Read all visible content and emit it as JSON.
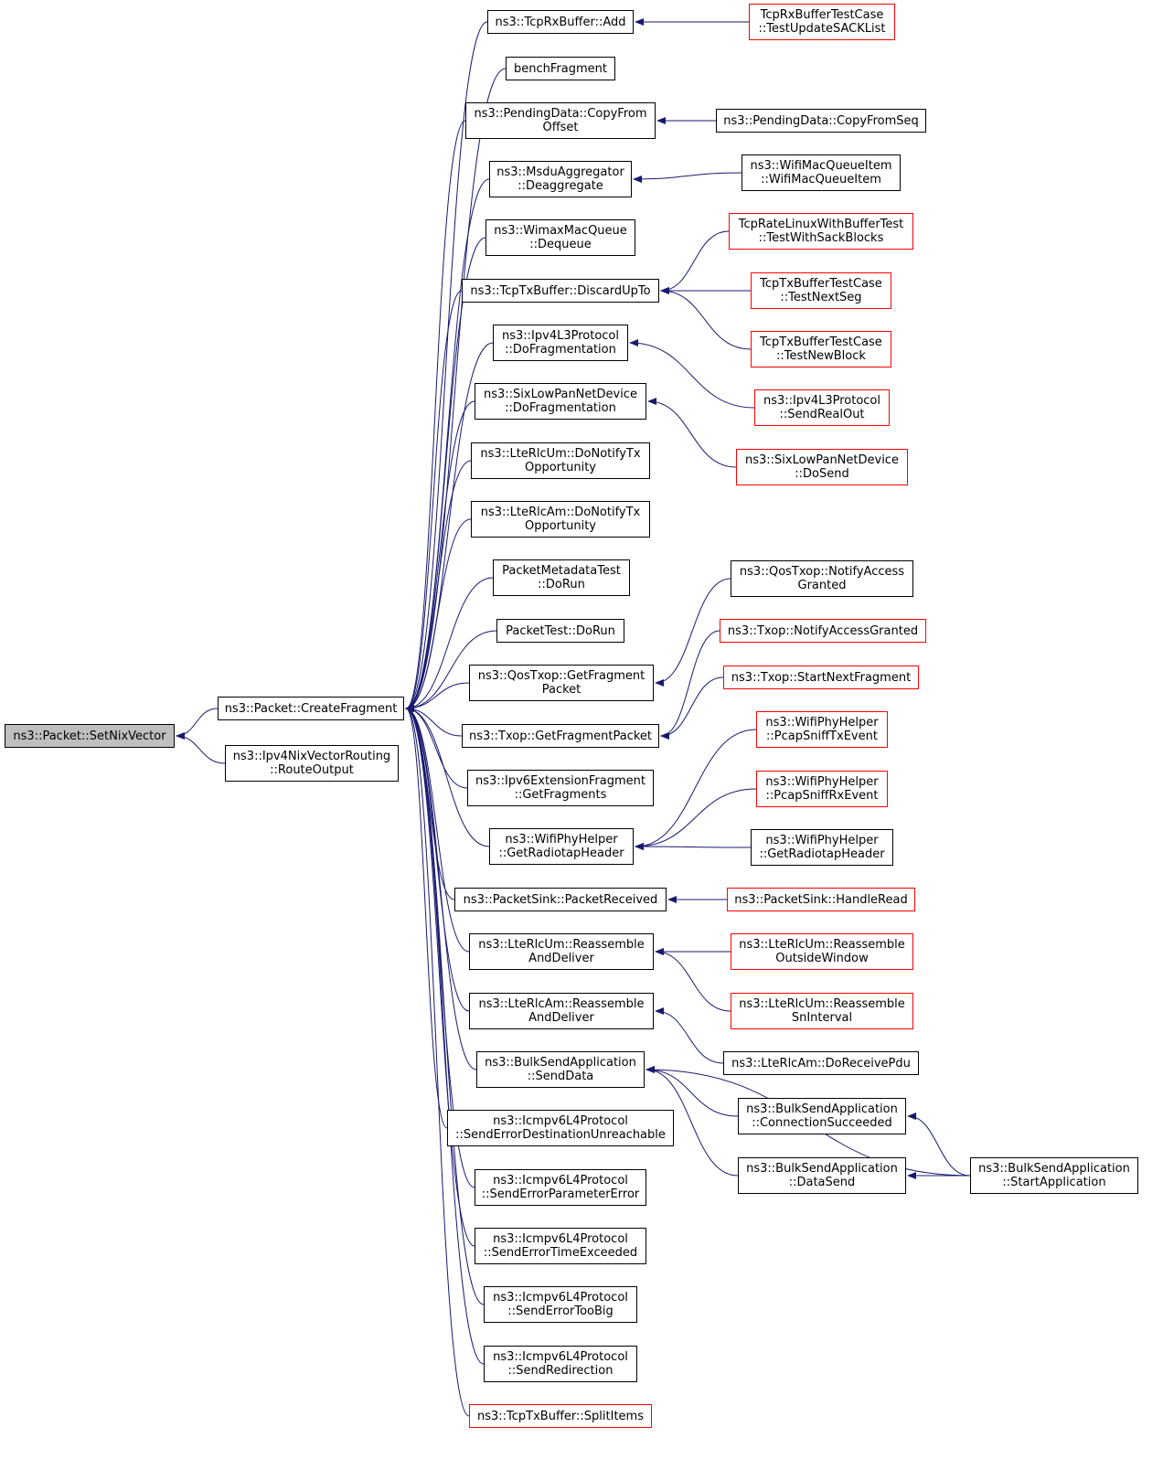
{
  "colors": {
    "edge": "#191970",
    "node_border": "#000000",
    "node_border_truncated": "#ff0000",
    "root_fill": "#bfbfbf"
  },
  "nodes": {
    "root": {
      "label": "ns3::Packet::SetNixVector",
      "style": "root"
    },
    "create_fragment": {
      "label": "ns3::Packet::CreateFragment",
      "style": "black"
    },
    "ipv4nix_route_output": {
      "label": "ns3::Ipv4NixVectorRouting\n::RouteOutput",
      "style": "black"
    },
    "tcprx_add": {
      "label": "ns3::TcpRxBuffer::Add",
      "style": "black"
    },
    "bench_fragment": {
      "label": "benchFragment",
      "style": "black"
    },
    "pendingdata_copyfromoffset": {
      "label": "ns3::PendingData::CopyFrom\nOffset",
      "style": "black"
    },
    "msdu_deaggregate": {
      "label": "ns3::MsduAggregator\n::Deaggregate",
      "style": "black"
    },
    "wimax_dequeue": {
      "label": "ns3::WimaxMacQueue\n::Dequeue",
      "style": "black"
    },
    "tcptx_discardupto": {
      "label": "ns3::TcpTxBuffer::DiscardUpTo",
      "style": "black"
    },
    "ipv4l3_dofragmentation": {
      "label": "ns3::Ipv4L3Protocol\n::DoFragmentation",
      "style": "black"
    },
    "sixlowpan_dofragmentation": {
      "label": "ns3::SixLowPanNetDevice\n::DoFragmentation",
      "style": "black"
    },
    "lterlcum_donotifytx": {
      "label": "ns3::LteRlcUm::DoNotifyTx\nOpportunity",
      "style": "black"
    },
    "lterlcam_donotifytx": {
      "label": "ns3::LteRlcAm::DoNotifyTx\nOpportunity",
      "style": "black"
    },
    "packetmetadatatest_dorun": {
      "label": "PacketMetadataTest\n::DoRun",
      "style": "black"
    },
    "packettest_dorun": {
      "label": "PacketTest::DoRun",
      "style": "black"
    },
    "qostxop_getfragmentpacket": {
      "label": "ns3::QosTxop::GetFragment\nPacket",
      "style": "black"
    },
    "txop_getfragmentpacket": {
      "label": "ns3::Txop::GetFragmentPacket",
      "style": "black"
    },
    "ipv6ext_getfragments": {
      "label": "ns3::Ipv6ExtensionFragment\n::GetFragments",
      "style": "black"
    },
    "wifiphy_getradiotapheader": {
      "label": "ns3::WifiPhyHelper\n::GetRadiotapHeader",
      "style": "black"
    },
    "packetsink_packetreceived": {
      "label": "ns3::PacketSink::PacketReceived",
      "style": "black"
    },
    "lterlcum_reassemble": {
      "label": "ns3::LteRlcUm::Reassemble\nAndDeliver",
      "style": "black"
    },
    "lterlcam_reassemble": {
      "label": "ns3::LteRlcAm::Reassemble\nAndDeliver",
      "style": "black"
    },
    "bulksend_senddata": {
      "label": "ns3::BulkSendApplication\n::SendData",
      "style": "black"
    },
    "icmpv6_senderrordest": {
      "label": "ns3::Icmpv6L4Protocol\n::SendErrorDestinationUnreachable",
      "style": "black"
    },
    "icmpv6_senderrorparam": {
      "label": "ns3::Icmpv6L4Protocol\n::SendErrorParameterError",
      "style": "black"
    },
    "icmpv6_senderrortime": {
      "label": "ns3::Icmpv6L4Protocol\n::SendErrorTimeExceeded",
      "style": "black"
    },
    "icmpv6_senderrortoobig": {
      "label": "ns3::Icmpv6L4Protocol\n::SendErrorTooBig",
      "style": "black"
    },
    "icmpv6_sendredirection": {
      "label": "ns3::Icmpv6L4Protocol\n::SendRedirection",
      "style": "black"
    },
    "tcptx_splititems": {
      "label": "ns3::TcpTxBuffer::SplitItems",
      "style": "red"
    },
    "tcprxtest_updatesack": {
      "label": "TcpRxBufferTestCase\n::TestUpdateSACKList",
      "style": "red"
    },
    "pendingdata_copyfromseq": {
      "label": "ns3::PendingData::CopyFromSeq",
      "style": "black"
    },
    "wifimacqueueitem": {
      "label": "ns3::WifiMacQueueItem\n::WifiMacQueueItem",
      "style": "black"
    },
    "tcpratelinux_testwithsack": {
      "label": "TcpRateLinuxWithBufferTest\n::TestWithSackBlocks",
      "style": "red"
    },
    "tcptxtest_nextseg": {
      "label": "TcpTxBufferTestCase\n::TestNextSeg",
      "style": "red"
    },
    "tcptxtest_newblock": {
      "label": "TcpTxBufferTestCase\n::TestNewBlock",
      "style": "red"
    },
    "ipv4l3_sendrealout": {
      "label": "ns3::Ipv4L3Protocol\n::SendRealOut",
      "style": "red"
    },
    "sixlowpan_dosend": {
      "label": "ns3::SixLowPanNetDevice\n::DoSend",
      "style": "red"
    },
    "qostxop_notifyaccessgranted": {
      "label": "ns3::QosTxop::NotifyAccess\nGranted",
      "style": "black"
    },
    "txop_notifyaccessgranted": {
      "label": "ns3::Txop::NotifyAccessGranted",
      "style": "red"
    },
    "txop_startnextfragment": {
      "label": "ns3::Txop::StartNextFragment",
      "style": "red"
    },
    "wifiphy_pcapsnifftx": {
      "label": "ns3::WifiPhyHelper\n::PcapSniffTxEvent",
      "style": "red"
    },
    "wifiphy_pcapsniffrx": {
      "label": "ns3::WifiPhyHelper\n::PcapSniffRxEvent",
      "style": "red"
    },
    "wifiphy_getradiotapheader2": {
      "label": "ns3::WifiPhyHelper\n::GetRadiotapHeader",
      "style": "black"
    },
    "packetsink_handleread": {
      "label": "ns3::PacketSink::HandleRead",
      "style": "red"
    },
    "lterlcum_reassembleoutside": {
      "label": "ns3::LteRlcUm::Reassemble\nOutsideWindow",
      "style": "red"
    },
    "lterlcum_reassemblesn": {
      "label": "ns3::LteRlcUm::Reassemble\nSnInterval",
      "style": "red"
    },
    "lterlcam_doreceivepdu": {
      "label": "ns3::LteRlcAm::DoReceivePdu",
      "style": "black"
    },
    "bulksend_connectionsucceeded": {
      "label": "ns3::BulkSendApplication\n::ConnectionSucceeded",
      "style": "black"
    },
    "bulksend_datasend": {
      "label": "ns3::BulkSendApplication\n::DataSend",
      "style": "black"
    },
    "bulksend_startapplication": {
      "label": "ns3::BulkSendApplication\n::StartApplication",
      "style": "black"
    }
  },
  "edges": [
    [
      "create_fragment",
      "root"
    ],
    [
      "ipv4nix_route_output",
      "root"
    ],
    [
      "tcprx_add",
      "create_fragment"
    ],
    [
      "bench_fragment",
      "create_fragment"
    ],
    [
      "pendingdata_copyfromoffset",
      "create_fragment"
    ],
    [
      "msdu_deaggregate",
      "create_fragment"
    ],
    [
      "wimax_dequeue",
      "create_fragment"
    ],
    [
      "tcptx_discardupto",
      "create_fragment"
    ],
    [
      "ipv4l3_dofragmentation",
      "create_fragment"
    ],
    [
      "sixlowpan_dofragmentation",
      "create_fragment"
    ],
    [
      "lterlcum_donotifytx",
      "create_fragment"
    ],
    [
      "lterlcam_donotifytx",
      "create_fragment"
    ],
    [
      "packetmetadatatest_dorun",
      "create_fragment"
    ],
    [
      "packettest_dorun",
      "create_fragment"
    ],
    [
      "qostxop_getfragmentpacket",
      "create_fragment"
    ],
    [
      "txop_getfragmentpacket",
      "create_fragment"
    ],
    [
      "ipv6ext_getfragments",
      "create_fragment"
    ],
    [
      "wifiphy_getradiotapheader",
      "create_fragment"
    ],
    [
      "packetsink_packetreceived",
      "create_fragment"
    ],
    [
      "lterlcum_reassemble",
      "create_fragment"
    ],
    [
      "lterlcam_reassemble",
      "create_fragment"
    ],
    [
      "bulksend_senddata",
      "create_fragment"
    ],
    [
      "icmpv6_senderrordest",
      "create_fragment"
    ],
    [
      "icmpv6_senderrorparam",
      "create_fragment"
    ],
    [
      "icmpv6_senderrortime",
      "create_fragment"
    ],
    [
      "icmpv6_senderrortoobig",
      "create_fragment"
    ],
    [
      "icmpv6_sendredirection",
      "create_fragment"
    ],
    [
      "tcptx_splititems",
      "create_fragment"
    ],
    [
      "tcprxtest_updatesack",
      "tcprx_add"
    ],
    [
      "pendingdata_copyfromseq",
      "pendingdata_copyfromoffset"
    ],
    [
      "wifimacqueueitem",
      "msdu_deaggregate"
    ],
    [
      "tcpratelinux_testwithsack",
      "tcptx_discardupto"
    ],
    [
      "tcptxtest_nextseg",
      "tcptx_discardupto"
    ],
    [
      "tcptxtest_newblock",
      "tcptx_discardupto"
    ],
    [
      "ipv4l3_sendrealout",
      "ipv4l3_dofragmentation"
    ],
    [
      "sixlowpan_dosend",
      "sixlowpan_dofragmentation"
    ],
    [
      "qostxop_notifyaccessgranted",
      "qostxop_getfragmentpacket"
    ],
    [
      "txop_notifyaccessgranted",
      "txop_getfragmentpacket"
    ],
    [
      "txop_startnextfragment",
      "txop_getfragmentpacket"
    ],
    [
      "wifiphy_pcapsnifftx",
      "wifiphy_getradiotapheader"
    ],
    [
      "wifiphy_pcapsniffrx",
      "wifiphy_getradiotapheader"
    ],
    [
      "wifiphy_getradiotapheader2",
      "wifiphy_getradiotapheader"
    ],
    [
      "packetsink_handleread",
      "packetsink_packetreceived"
    ],
    [
      "lterlcum_reassembleoutside",
      "lterlcum_reassemble"
    ],
    [
      "lterlcum_reassemblesn",
      "lterlcum_reassemble"
    ],
    [
      "lterlcam_doreceivepdu",
      "lterlcam_reassemble"
    ],
    [
      "bulksend_connectionsucceeded",
      "bulksend_senddata"
    ],
    [
      "bulksend_datasend",
      "bulksend_senddata"
    ],
    [
      "bulksend_startapplication",
      "bulksend_senddata"
    ],
    [
      "bulksend_startapplication",
      "bulksend_connectionsucceeded"
    ],
    [
      "bulksend_startapplication",
      "bulksend_datasend"
    ]
  ]
}
